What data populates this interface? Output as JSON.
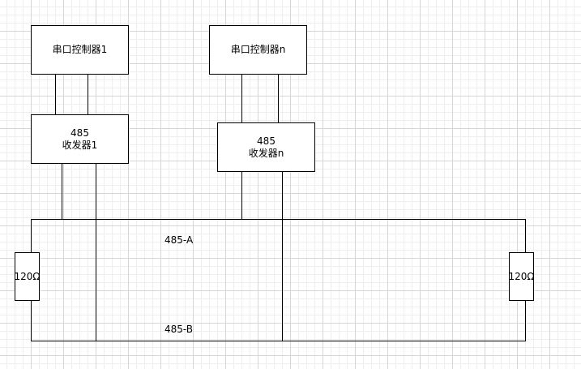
{
  "nodes": {
    "controller_1": "串口控制器1",
    "controller_n": "串口控制器n",
    "transceiver_1": {
      "line1": "485",
      "line2": "收发器1"
    },
    "transceiver_n": {
      "line1": "485",
      "line2": "收发器n"
    },
    "resistor_left": "120Ω",
    "resistor_right": "120Ω"
  },
  "bus": {
    "line_a": "485-A",
    "line_b": "485-B"
  },
  "colors": {
    "line": "#000000",
    "box_fill": "#ffffff",
    "grid_major": "#d6d6d6",
    "grid_minor": "#eeeeee"
  }
}
